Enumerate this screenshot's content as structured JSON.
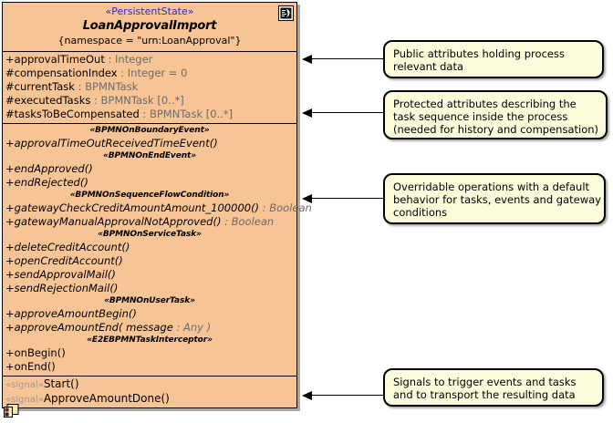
{
  "class_box": {
    "stereotype": "«PersistentState»",
    "name": "LoanApprovalImport",
    "namespace_tag": "{namespace = \"urn:LoanApproval\"}",
    "icon_name": "persistent-state-icon",
    "fill_color": "#f7c496",
    "stereotype_color": "#2b2bc8",
    "attributes": [
      {
        "visibility": "+",
        "name": "approvalTimeOut",
        "sep": " : ",
        "type": "Integer"
      },
      {
        "visibility": "#",
        "name": "compensationIndex",
        "sep": " : ",
        "type": "Integer = 0"
      },
      {
        "visibility": "#",
        "name": "currentTask",
        "sep": " : ",
        "type": "BPMNTask"
      },
      {
        "visibility": "#",
        "name": "executedTasks",
        "sep": " : ",
        "type": "BPMNTask [0..*]"
      },
      {
        "visibility": "#",
        "name": "tasksToBeCompensated",
        "sep": " : ",
        "type": "BPMNTask [0..*]"
      }
    ],
    "operation_groups": [
      {
        "stereotype": "«BPMNOnBoundaryEvent»",
        "operations": [
          {
            "visibility": "+",
            "signature": "approvalTimeOutReceivedTimeEvent()",
            "type": "",
            "abstract": true
          }
        ]
      },
      {
        "stereotype": "«BPMNOnEndEvent»",
        "operations": [
          {
            "visibility": "+",
            "signature": "endApproved()",
            "type": "",
            "abstract": true
          },
          {
            "visibility": "+",
            "signature": "endRejected()",
            "type": "",
            "abstract": true
          }
        ]
      },
      {
        "stereotype": "«BPMNOnSequenceFlowCondition»",
        "operations": [
          {
            "visibility": "+",
            "signature": "gatewayCheckCreditAmountAmount_100000()",
            "type": " : Boolean",
            "abstract": true
          },
          {
            "visibility": "+",
            "signature": "gatewayManualApprovalNotApproved()",
            "type": " : Boolean",
            "abstract": true
          }
        ]
      },
      {
        "stereotype": "«BPMNOnServiceTask»",
        "operations": [
          {
            "visibility": "+",
            "signature": "deleteCreditAccount()",
            "type": "",
            "abstract": true
          },
          {
            "visibility": "+",
            "signature": "openCreditAccount()",
            "type": "",
            "abstract": true
          },
          {
            "visibility": "+",
            "signature": "sendApprovalMail()",
            "type": "",
            "abstract": true
          },
          {
            "visibility": "+",
            "signature": "sendRejectionMail()",
            "type": "",
            "abstract": true
          }
        ]
      },
      {
        "stereotype": "«BPMNOnUserTask»",
        "operations": [
          {
            "visibility": "+",
            "signature": "approveAmountBegin()",
            "type": "",
            "abstract": true
          },
          {
            "visibility": "+",
            "signature": "approveAmountEnd( message",
            "type": " : Any )",
            "abstract": true
          }
        ]
      },
      {
        "stereotype": "«E2EBPMNTaskInterceptor»",
        "operations": [
          {
            "visibility": "+",
            "signature": "onBegin()",
            "type": "",
            "abstract": false
          },
          {
            "visibility": "+",
            "signature": "onEnd()",
            "type": "",
            "abstract": false
          }
        ]
      }
    ],
    "signals": [
      {
        "keyword": "«signal»",
        "name": "Start()"
      },
      {
        "keyword": "«signal»",
        "name": "ApproveAmountDone()"
      }
    ],
    "component_icon_name": "component-icon"
  },
  "notes": [
    {
      "id": "note-1",
      "lines": [
        "Public attributes holding process",
        "relevant data"
      ]
    },
    {
      "id": "note-2",
      "lines": [
        "Protected attributes describing the",
        "task sequence inside the process",
        "(needed for history and compensation)"
      ]
    },
    {
      "id": "note-3",
      "lines": [
        "Overridable operations with a default",
        "behavior for tasks, events and gateway",
        "conditions"
      ]
    },
    {
      "id": "note-4",
      "lines": [
        "Signals to trigger events and tasks",
        "and to transport the resulting data"
      ]
    }
  ],
  "connectors": [
    {
      "name": "connector-to-public-attributes"
    },
    {
      "name": "connector-to-protected-attributes"
    },
    {
      "name": "connector-to-operations"
    },
    {
      "name": "connector-to-signals"
    }
  ]
}
